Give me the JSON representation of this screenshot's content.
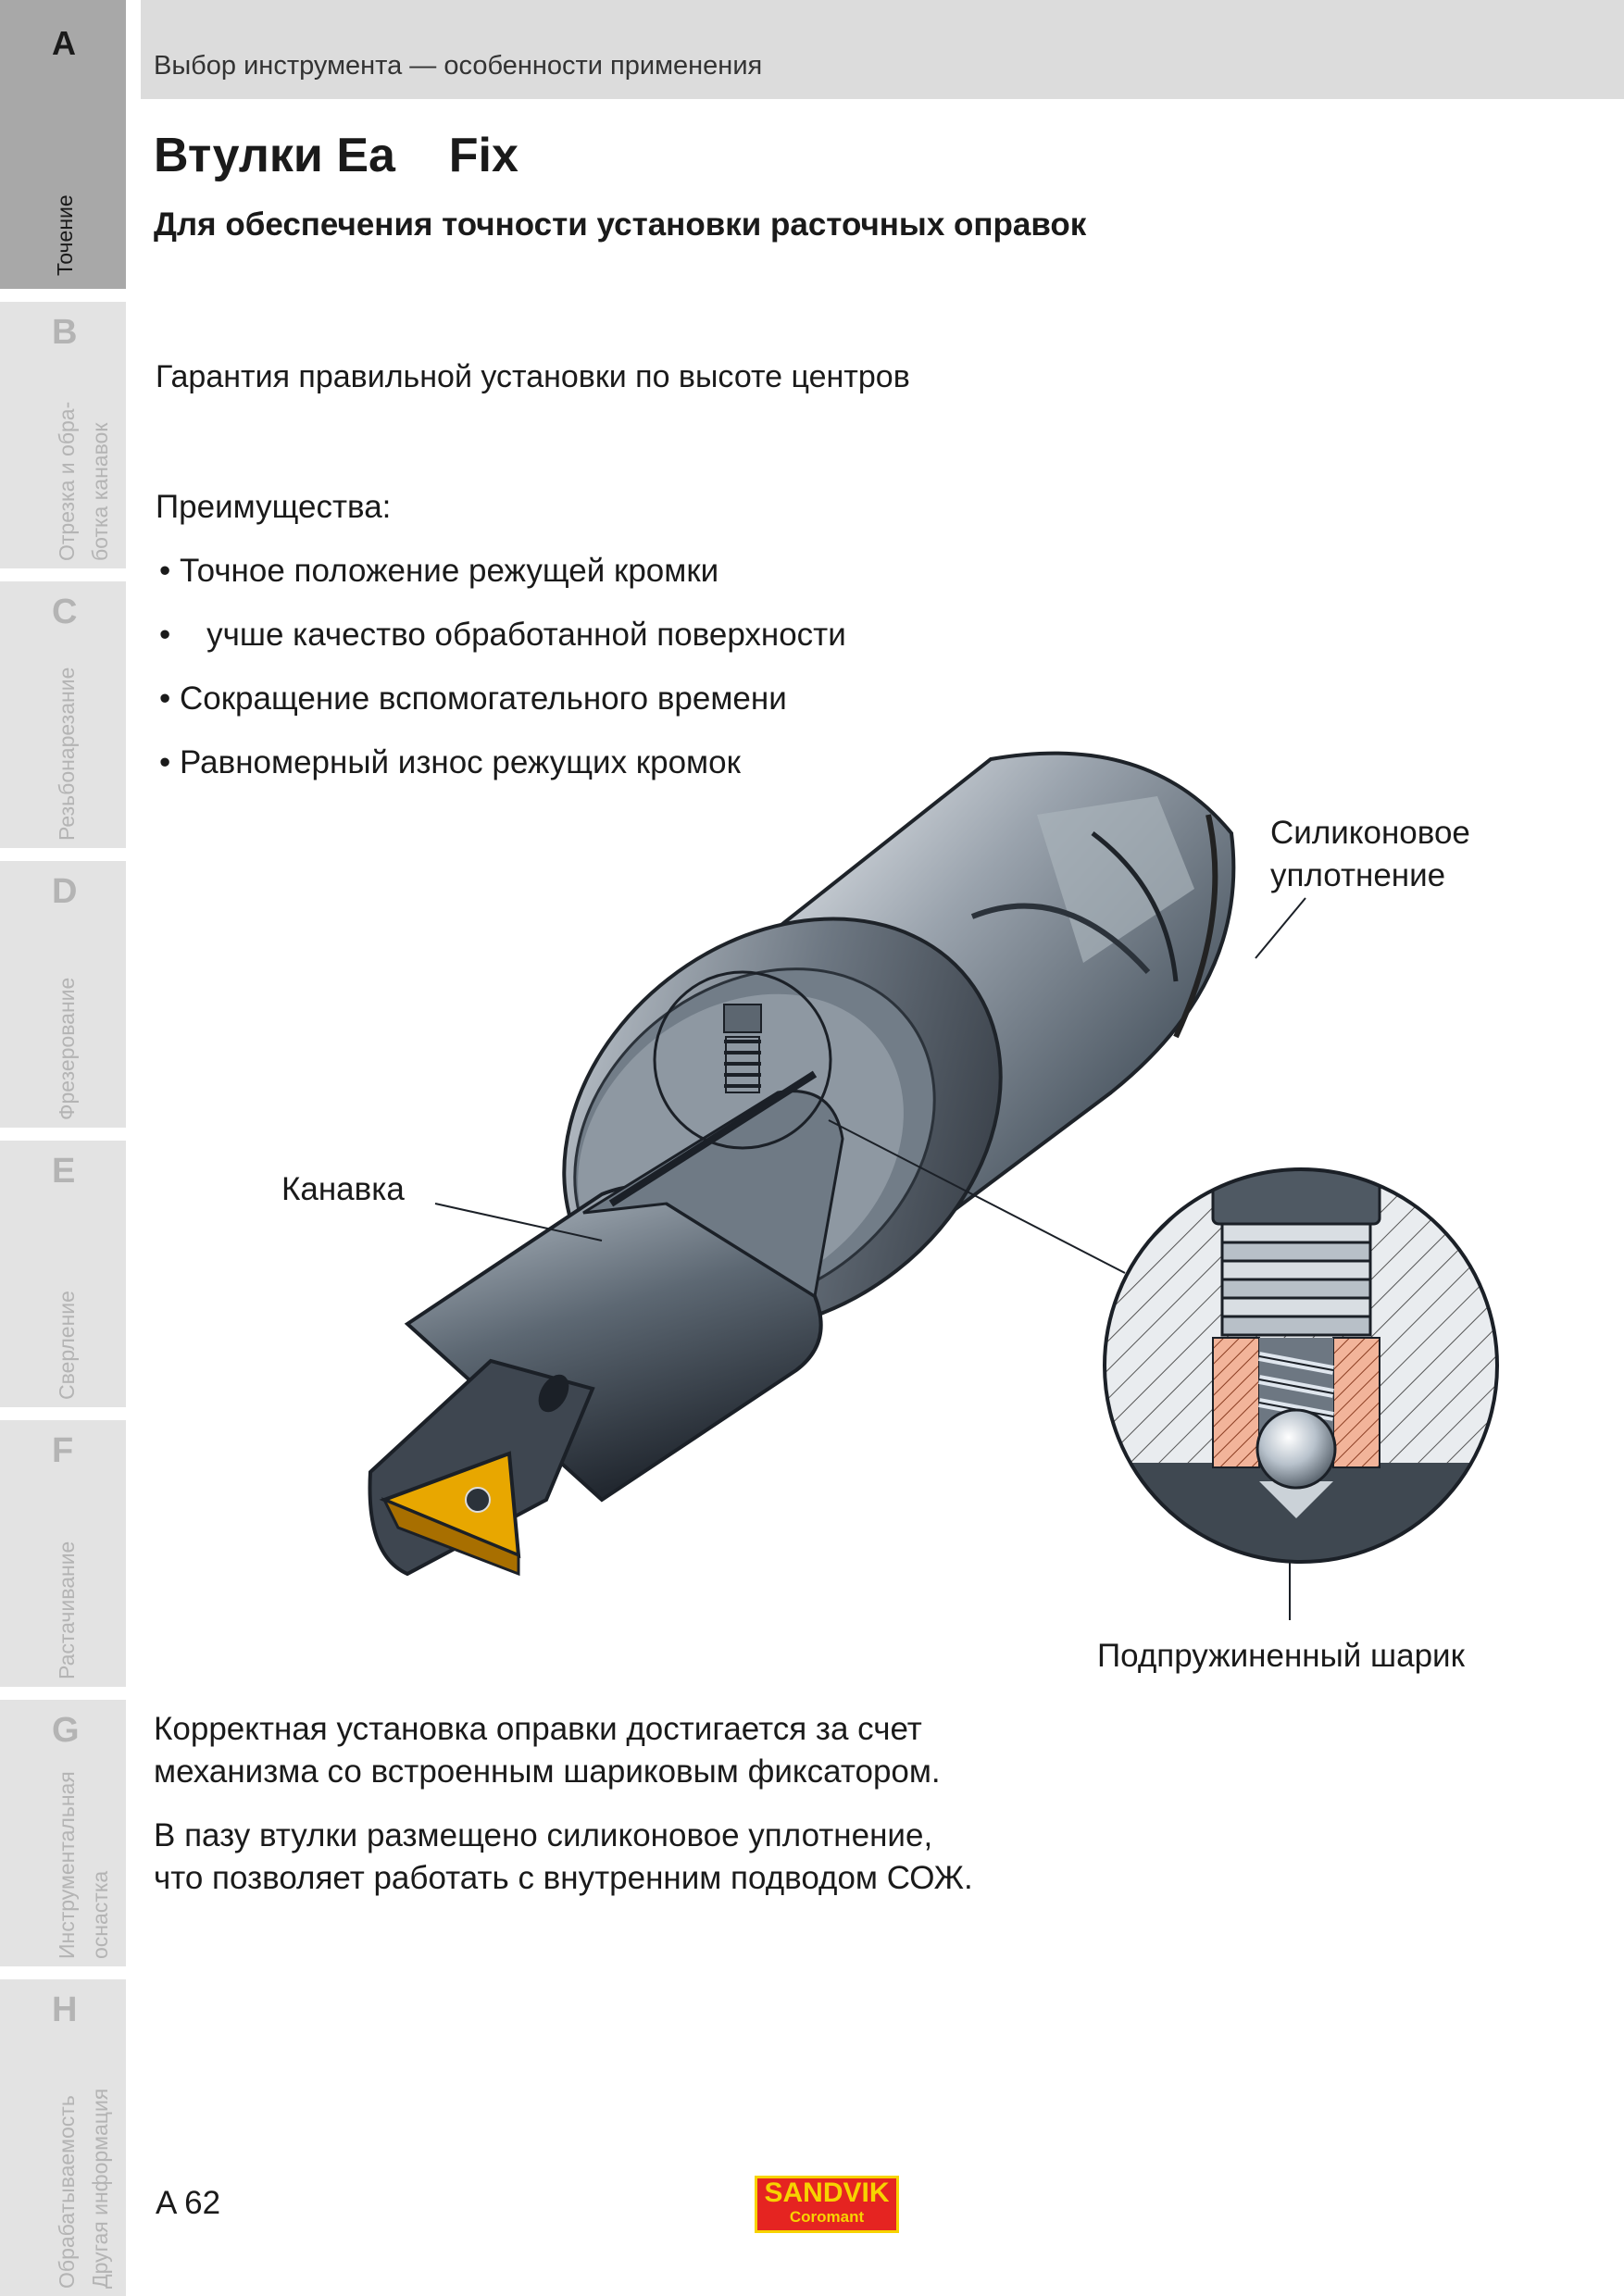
{
  "sidebar": {
    "tabs": [
      {
        "letter": "A",
        "label_1": "Точение",
        "label_2": "",
        "active": true
      },
      {
        "letter": "B",
        "label_1": "Отрезка и обра-",
        "label_2": "ботка канавок",
        "active": false
      },
      {
        "letter": "C",
        "label_1": "Резьбонарезание",
        "label_2": "",
        "active": false
      },
      {
        "letter": "D",
        "label_1": "Фрезерование",
        "label_2": "",
        "active": false
      },
      {
        "letter": "E",
        "label_1": "Сверление",
        "label_2": "",
        "active": false
      },
      {
        "letter": "F",
        "label_1": "Растачивание",
        "label_2": "",
        "active": false
      },
      {
        "letter": "G",
        "label_1": "Инструментальная",
        "label_2": "оснастка",
        "active": false
      },
      {
        "letter": "H",
        "label_1": "Обрабатываемость",
        "label_2": "Другая информация",
        "active": false
      }
    ]
  },
  "header": {
    "breadcrumb": "Выбор инструмента — особенности применения",
    "title": "Втулки Ea    Fix",
    "subtitle": "Для обеспечения точности установки расточных оправок"
  },
  "section": {
    "heading": "Гарантия правильной установки по высоте центров",
    "advantages_label": "Преимущества:",
    "bullets": [
      "• Точное положение режущей кромки",
      "•    учше качество обработанной поверхности",
      "• Сокращение вспомогательного времени",
      "• Равномерный износ режущих кромок"
    ]
  },
  "figure": {
    "callout_seal_line1": "Силиконовое",
    "callout_seal_line2": "уплотнение",
    "callout_groove": "Канавка",
    "callout_ball": "Подпружиненный шарик"
  },
  "body": {
    "paragraph_1_line1": "Корректная установка оправки достигается за счет",
    "paragraph_1_line2": "механизма со встроенным шариковым фиксатором.",
    "paragraph_2_line1": "В пазу втулки размещено силиконовое уплотнение,",
    "paragraph_2_line2": "что позволяет работать с внутренним подводом СОЖ."
  },
  "footer": {
    "page_number": "A 62",
    "logo_main": "SANDVIK",
    "logo_sub": "Coromant"
  },
  "colors": {
    "sidebar_active": "#a8a8a8",
    "sidebar_inactive": "#e3e3e3",
    "header_band": "#dcdcdc",
    "logo_red": "#e52421",
    "logo_yellow": "#f7d300",
    "insert_gold": "#e8a700"
  }
}
